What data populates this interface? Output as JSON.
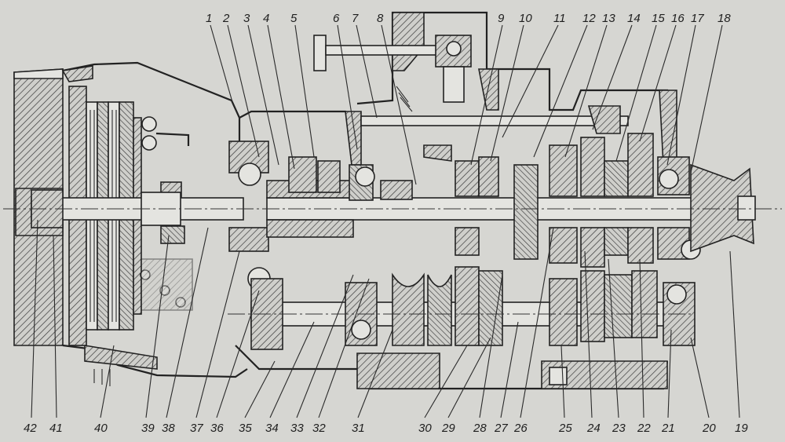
{
  "top_labels": [
    "1",
    "2",
    "3",
    "4",
    "5",
    "6",
    "7",
    "8",
    "9",
    "10",
    "11",
    "12",
    "13",
    "14",
    "15",
    "16",
    "17",
    "18"
  ],
  "bottom_labels": [
    "42",
    "41",
    "40",
    "39",
    "38",
    "37",
    "36",
    "35",
    "34",
    "33",
    "32",
    "31",
    "30",
    "29",
    "28",
    "27",
    "26",
    "25",
    "24",
    "23",
    "22",
    "21",
    "20",
    "19"
  ],
  "colors": {
    "background": "#d6d6d2",
    "line": "#222222",
    "hatch": "#3a3a3a"
  },
  "icon": "gearbox-cross-section"
}
